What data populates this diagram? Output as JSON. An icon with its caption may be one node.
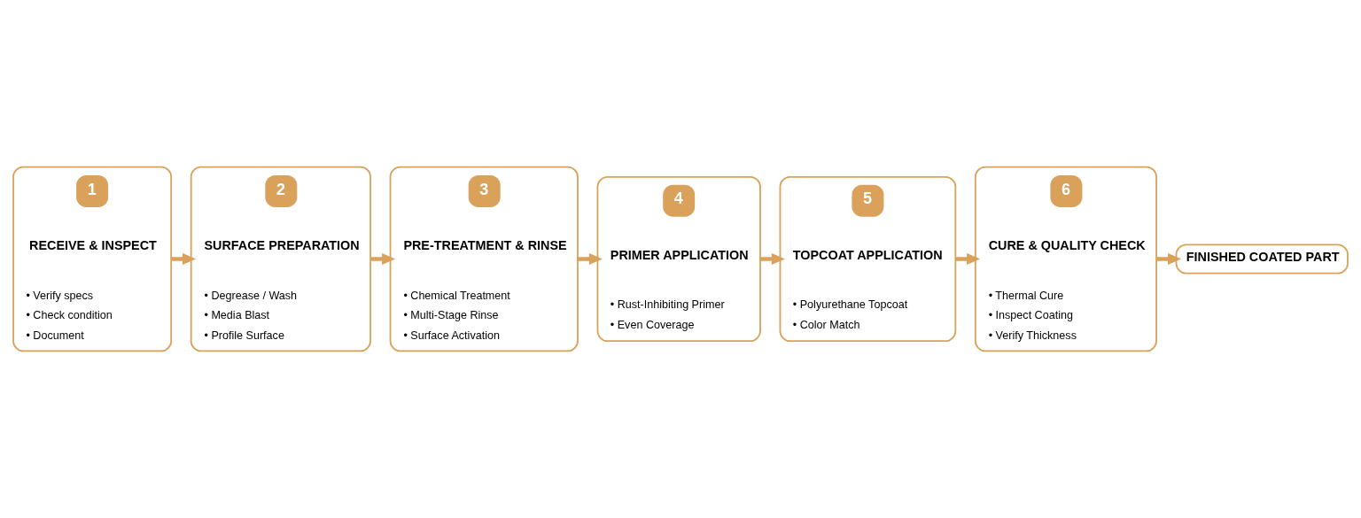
{
  "diagram": {
    "nodes": [
      {
        "text": [
          "1",
          "RECEIVE & INSPECT",
          "• Verify specs",
          "• Check condition",
          "• Document"
        ]
      },
      {
        "text": [
          "2",
          "SURFACE PREPARATION",
          "• Degrease / Wash",
          "• Media Blast",
          "• Profile Surface"
        ]
      },
      {
        "text": [
          "3",
          "PRE-TREATMENT & RINSE",
          "• Chemical Treatment",
          "• Multi-Stage Rinse",
          "• Surface Activation"
        ]
      },
      {
        "text": [
          "4",
          "PRIMER APPLICATION",
          "• Rust-Inhibiting Primer",
          "• Even Coverage"
        ]
      },
      {
        "text": [
          "5",
          "TOPCOAT APPLICATION",
          "• Polyurethane Topcoat",
          "• Color Match"
        ]
      },
      {
        "text": [
          "6",
          "CURE & QUALITY CHECK",
          "• Thermal Cure",
          "• Inspect Coating",
          "• Verify Thickness"
        ]
      },
      {
        "text": [
          "FINISHED COATED PART"
        ]
      }
    ],
    "edges": [
      {
        "from": 0,
        "to": 1,
        "arrow": "to"
      },
      {
        "from": 1,
        "to": 2,
        "arrow": "to"
      },
      {
        "from": 2,
        "to": 3,
        "arrow": "to"
      },
      {
        "from": 3,
        "to": 4,
        "arrow": "to"
      },
      {
        "from": 4,
        "to": 5,
        "arrow": "to"
      },
      {
        "from": 5,
        "to": 6,
        "arrow": "to"
      }
    ]
  }
}
